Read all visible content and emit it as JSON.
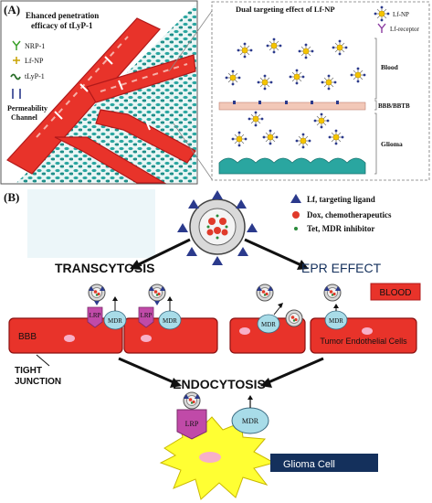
{
  "panel_a": {
    "label": "(A)",
    "left_title_line1": "Ehanced penetration",
    "left_title_line2": "efficacy of tLyP-1",
    "legend": {
      "nrp1": "NRP-1",
      "lfnp": "Lf-NP",
      "tlyp1": "tLyP-1",
      "perm_line1": "Permeability",
      "perm_line2": "Channel"
    },
    "right_title": "Dual targeting effect of Lf-NP",
    "right_legend": {
      "lfnp": "Lf-NP",
      "receptor": "Lf-receptor"
    },
    "regions": {
      "blood": "Blood",
      "bbb": "BBB/BBTB",
      "glioma": "Glioma"
    }
  },
  "panel_b": {
    "label": "(B)",
    "legend": {
      "ligand": "Lf, targeting ligand",
      "dox": "Dox, chemotherapeutics",
      "tet": "Tet, MDR inhibitor"
    },
    "transcytosis": "TRANSCYTOSIS",
    "epr": "EPR EFFECT",
    "blood": "BLOOD",
    "bbb": "BBB",
    "lrp": "LRP",
    "mdr": "MDR",
    "tight_line1": "TIGHT",
    "tight_line2": "JUNCTION",
    "tumor_cells": "Tumor Endothelial Cells",
    "endocytosis": "ENDOCYTOSIS",
    "glioma_cell": "Glioma Cell"
  },
  "colors": {
    "vessel": "#e8332a",
    "vessel_dark": "#b0191a",
    "tissue": "#2aa6a0",
    "triangle": "#2b3a8c",
    "lrp": "#c04aa8",
    "mdr": "#a8dce8",
    "cell_yellow": "#ffff33",
    "navy": "#14305c"
  }
}
